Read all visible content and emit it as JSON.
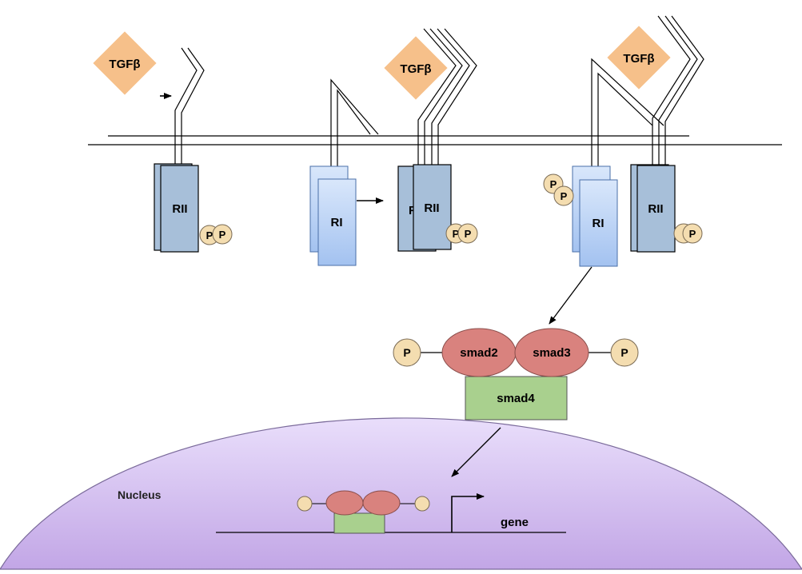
{
  "ligand": {
    "label": "TGFβ",
    "color": "#f6c08a"
  },
  "receptor_type_1": {
    "label": "RI",
    "color": "#a9c7f2"
  },
  "receptor_type_2": {
    "label": "RII",
    "color": "#a7bfd9"
  },
  "phosphate": {
    "label": "P",
    "color": "#f4ddb0"
  },
  "smad_complex": {
    "smad2": "smad2",
    "smad3": "smad3",
    "smad4": "smad4",
    "smad_color": "#d9827e",
    "smad4_color": "#a9d08e"
  },
  "nucleus": {
    "label": "Nucleus",
    "color": "#cdb6ea"
  },
  "gene": {
    "label": "gene"
  }
}
